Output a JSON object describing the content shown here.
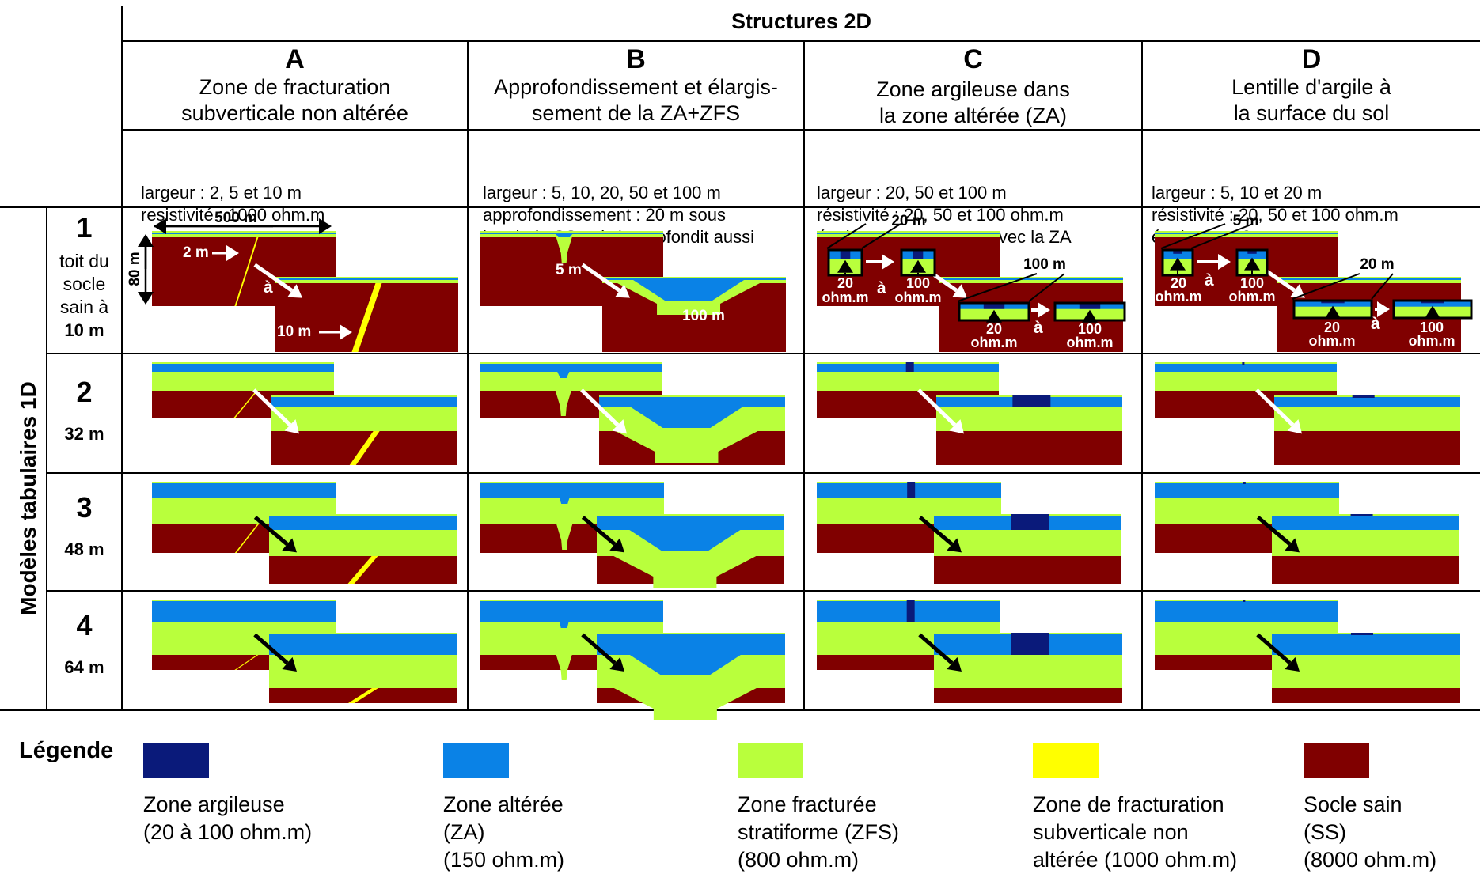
{
  "colors": {
    "clay": "#0a1a7a",
    "weathered": "#0a82e6",
    "fractured": "#b9ff3c",
    "fracture_zone": "#ffff00",
    "bedrock": "#800000"
  },
  "header": {
    "title": "Structures 2D",
    "side_label": "Modèles tabulaires 1D"
  },
  "columns": [
    {
      "letter": "A",
      "title": [
        "Zone de fracturation",
        "subverticale non altérée"
      ],
      "params": [
        "largeur : 2, 5 et 10 m",
        "resistivité : 1000 ohm.m"
      ]
    },
    {
      "letter": "B",
      "title": [
        "Approfondissement et élargis-",
        "sement de la ZA+ZFS"
      ],
      "params": [
        "largeur : 5, 10, 20, 50 et 100 m",
        "approfondissement : 20 m sous",
        "le toit du SS qui s'approfondit aussi"
      ]
    },
    {
      "letter": "C",
      "title": [
        "Zone argileuse dans",
        "la zone altérée (ZA)"
      ],
      "params": [
        "largeur : 20, 50 et 100 m",
        "résistivité : 20, 50 et 100 ohm.m",
        "épaisseur : augmente avec la ZA"
      ]
    },
    {
      "letter": "D",
      "title": [
        "Lentille d'argile à",
        "la surface du sol"
      ],
      "params": [
        "largeur : 5, 10 et 20 m",
        "résistivité : 20, 50 et 100 ohm.m",
        "épaisseur : 2m"
      ]
    }
  ],
  "rows": [
    {
      "number": "1",
      "depth": [
        "toit du",
        "socle",
        "sain à",
        "10 m"
      ]
    },
    {
      "number": "2",
      "depth": [
        "32 m"
      ]
    },
    {
      "number": "3",
      "depth": [
        "48 m"
      ]
    },
    {
      "number": "4",
      "depth": [
        "64 m"
      ]
    }
  ],
  "annotations": {
    "a_width": "500 m",
    "a_height": "80 m",
    "a_small": "2 m",
    "a_large": "10 m",
    "a_arrow_word": "à",
    "b_small": "5 m",
    "b_large": "100 m",
    "c_width_small": "20 m",
    "c_width_large": "100 m",
    "d_width_small": "5 m",
    "d_width_large": "20 m",
    "res_from_num": "20",
    "res_to_num": "100",
    "res_unit": "ohm.m",
    "to_word": "à"
  },
  "legend": {
    "title": "Légende",
    "items": [
      {
        "color_key": "clay",
        "text": [
          "Zone argileuse",
          "(20 à 100 ohm.m)"
        ]
      },
      {
        "color_key": "weathered",
        "text": [
          "Zone altérée",
          "(ZA)",
          "(150 ohm.m)"
        ]
      },
      {
        "color_key": "fractured",
        "text": [
          "Zone fracturée",
          "stratiforme (ZFS)",
          "(800 ohm.m)"
        ]
      },
      {
        "color_key": "fracture_zone",
        "text": [
          "Zone de fracturation",
          "subverticale non",
          "altérée (1000 ohm.m)"
        ]
      },
      {
        "color_key": "bedrock",
        "text": [
          "Socle sain",
          "(SS)",
          "(8000 ohm.m)"
        ]
      }
    ]
  }
}
